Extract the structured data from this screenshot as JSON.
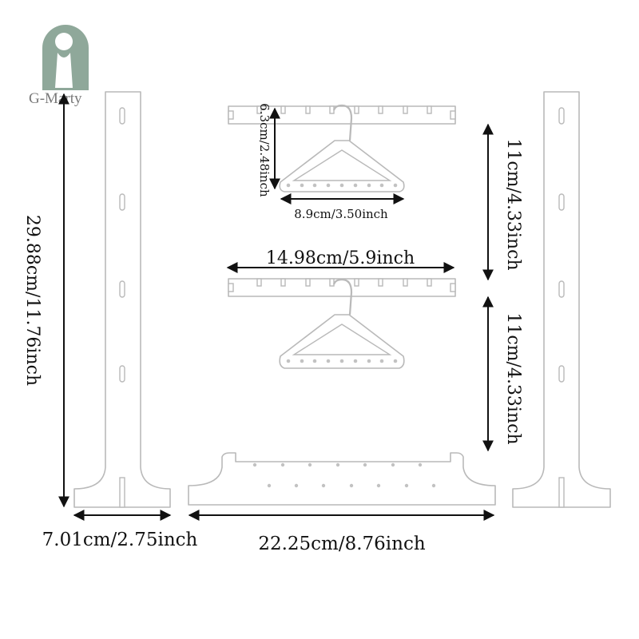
{
  "brand": {
    "name": "G-Marty",
    "color": "#8fa89a"
  },
  "dimensions": {
    "height": "29.88cm/11.76inch",
    "base_width": "7.01cm/2.75inch",
    "bottom_width": "22.25cm/8.76inch",
    "bar_width": "14.98cm/5.9inch",
    "hanger_height": "6.3cm/2.48inch",
    "hanger_width": "8.9cm/3.50inch",
    "spacing_upper": "11cm/4.33inch",
    "spacing_lower": "11cm/4.33inch"
  },
  "colors": {
    "outline": "#b9b9b9",
    "dimension": "#111111"
  }
}
